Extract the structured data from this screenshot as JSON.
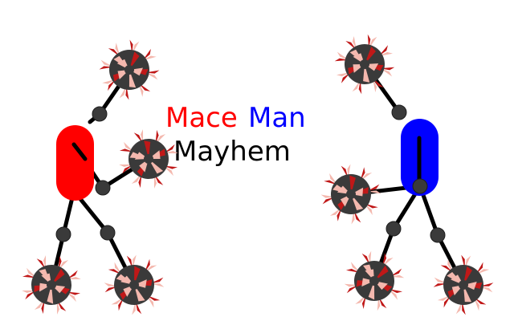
{
  "title": {
    "word1": "Mace",
    "word2": "Man",
    "line2": "Mayhem"
  },
  "colors": {
    "word1": "#ff0000",
    "word2": "#0000ff",
    "line2": "#000000",
    "red_body": "#ff0000",
    "blue_body": "#0000ff",
    "limb": "#000000",
    "joint": "#3a3a3a",
    "mace_ball": "#3a3a3a",
    "spike_dark": "#c01818",
    "spike_light": "#f4b8ae",
    "background": "#ffffff"
  },
  "icons": {
    "character_left": "red-mace-man",
    "character_right": "blue-mace-man",
    "weapon": "spiked-mace-ball"
  }
}
